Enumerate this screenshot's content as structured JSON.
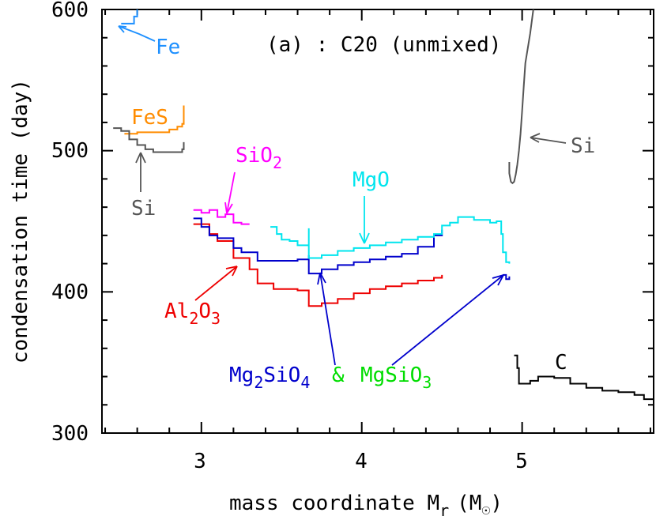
{
  "chart_data": {
    "type": "line",
    "title": "(a) : C20 (unmixed)",
    "xlabel": {
      "main": "mass coordinate M",
      "sub": "r",
      "tail": "(M",
      "odot": "☉",
      "close": ")"
    },
    "ylabel": "condensation time (day)",
    "xlim": [
      2.38,
      5.82
    ],
    "ylim": [
      300,
      600
    ],
    "x_ticks": [
      3,
      4,
      5
    ],
    "y_ticks": [
      300,
      400,
      500,
      600
    ],
    "x_tick_labels": [
      "3",
      "4",
      "5"
    ],
    "y_tick_labels": [
      "300",
      "400",
      "500",
      "600"
    ],
    "grid": false,
    "series": [
      {
        "name": "Fe",
        "color": "#1e90ff",
        "step": true,
        "x": [
          2.5,
          2.55,
          2.58,
          2.6
        ],
        "y": [
          590,
          590,
          595,
          600
        ]
      },
      {
        "name": "FeS",
        "color": "#ff8c00",
        "step": true,
        "x": [
          2.52,
          2.6,
          2.7,
          2.8,
          2.85,
          2.88,
          2.89
        ],
        "y": [
          512,
          513,
          513,
          515,
          517,
          519,
          532
        ]
      },
      {
        "name": "Si",
        "color": "#555555",
        "step": true,
        "x": [
          2.45,
          2.5,
          2.55,
          2.6,
          2.65,
          2.7,
          2.8,
          2.88,
          2.89
        ],
        "y": [
          516,
          514,
          508,
          504,
          501,
          499,
          499,
          501,
          506
        ]
      },
      {
        "name": "SiO2",
        "color": "#ff00ff",
        "step": true,
        "x": [
          2.95,
          3.0,
          3.05,
          3.1,
          3.15,
          3.2,
          3.25,
          3.3
        ],
        "y": [
          458,
          456,
          458,
          453,
          455,
          449,
          448,
          448
        ]
      },
      {
        "name": "Al2O3",
        "color": "#ee0000",
        "step": true,
        "x": [
          2.95,
          3.05,
          3.1,
          3.2,
          3.3,
          3.35,
          3.45,
          3.6,
          3.67,
          3.67,
          3.75,
          3.85,
          3.95,
          4.05,
          4.15,
          4.25,
          4.35,
          4.45,
          4.5
        ],
        "y": [
          448,
          441,
          436,
          424,
          416,
          406,
          402,
          401,
          400,
          390,
          392,
          395,
          399,
          402,
          404,
          406,
          408,
          410,
          412
        ]
      },
      {
        "name": "Mg2SiO4",
        "color": "#0000cc",
        "step": true,
        "x": [
          2.95,
          3.0,
          3.05,
          3.1,
          3.2,
          3.25,
          3.3,
          3.35,
          3.55,
          3.6,
          3.67,
          3.67,
          3.75,
          3.85,
          3.95,
          4.05,
          4.15,
          4.25,
          4.35,
          4.45,
          4.5
        ],
        "y": [
          452,
          446,
          440,
          438,
          431,
          428,
          428,
          422,
          422,
          423,
          426,
          413,
          416,
          419,
          421,
          423,
          425,
          427,
          432,
          440,
          444
        ]
      },
      {
        "name": "Mg2SiO4 tail",
        "color": "#0000cc",
        "step": true,
        "x": [
          4.88,
          4.9,
          4.92
        ],
        "y": [
          412,
          409,
          411
        ]
      },
      {
        "name": "MgO",
        "color": "#00e5ee",
        "step": true,
        "x": [
          3.43,
          3.47,
          3.5,
          3.55,
          3.6,
          3.67,
          3.67,
          3.75,
          3.85,
          3.95,
          4.05,
          4.15,
          4.25,
          4.35,
          4.45,
          4.5,
          4.55,
          4.6,
          4.7,
          4.8,
          4.84,
          4.87,
          4.88,
          4.9,
          4.92
        ],
        "y": [
          446,
          441,
          437,
          436,
          433,
          445,
          424,
          426,
          429,
          431,
          433,
          435,
          437,
          439,
          441,
          447,
          449,
          453,
          451,
          449,
          450,
          441,
          428,
          421,
          420
        ]
      },
      {
        "name": "Si (outer)",
        "color": "#555555",
        "step": false,
        "x": [
          4.92,
          4.92,
          4.93,
          4.94,
          4.95,
          4.96,
          4.97,
          4.98,
          4.99,
          5.0,
          5.01,
          5.02,
          5.05,
          5.07
        ],
        "y": [
          492,
          484,
          478,
          477,
          478,
          483,
          490,
          500,
          512,
          528,
          545,
          562,
          583,
          600
        ]
      },
      {
        "name": "C",
        "color": "#000000",
        "step": true,
        "x": [
          4.95,
          4.97,
          4.98,
          5.05,
          5.1,
          5.2,
          5.3,
          5.4,
          5.5,
          5.6,
          5.7,
          5.76,
          5.82
        ],
        "y": [
          355,
          346,
          335,
          337,
          340,
          339,
          335,
          332,
          330,
          329,
          327,
          324,
          322
        ]
      }
    ],
    "labels": {
      "fe": "Fe",
      "fes": "FeS",
      "si_inner": "Si",
      "si_outer": "Si",
      "sio2_main": "SiO",
      "sio2_sub": "2",
      "mgo": "MgO",
      "al2o3_a": "Al",
      "al2o3_b": "2",
      "al2o3_c": "O",
      "al2o3_d": "3",
      "c": "C",
      "mg2sio4_a": "Mg",
      "mg2sio4_b": "2",
      "mg2sio4_c": "SiO",
      "mg2sio4_d": "4",
      "amp": "&",
      "mgsio3_a": "MgSiO",
      "mgsio3_b": "3"
    }
  }
}
